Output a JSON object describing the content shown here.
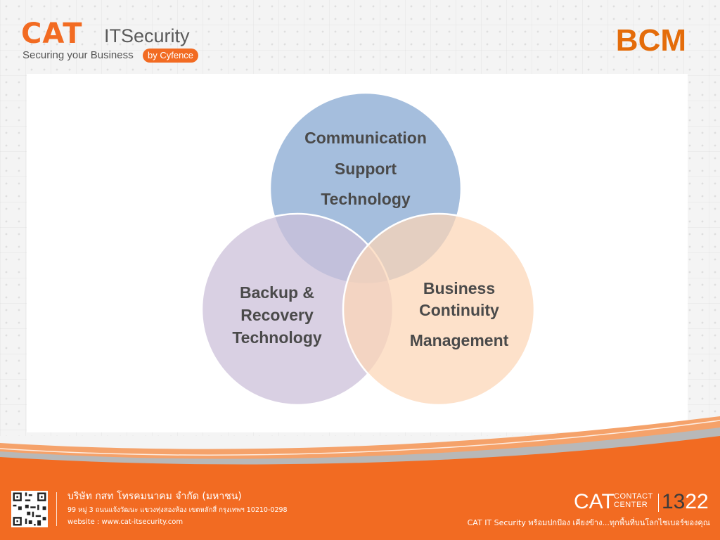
{
  "header": {
    "brand": "CAT",
    "product": "ITSecurity",
    "tagline": "Securing your Business",
    "by": "by Cyfence"
  },
  "slide_title": "BCM",
  "diagram": {
    "circles": [
      {
        "name": "communication-support-technology",
        "lines": [
          "Communication",
          "Support",
          "Technology"
        ],
        "color": "#95b3d7"
      },
      {
        "name": "backup-recovery-technology",
        "lines": [
          "Backup &",
          "Recovery",
          "Technology"
        ],
        "color": "#ccc0da"
      },
      {
        "name": "business-continuity-management",
        "lines": [
          "Business",
          "Continuity",
          "Management"
        ],
        "color": "#fcd5b5"
      }
    ]
  },
  "footer": {
    "company": "บริษัท กสท โทรคมนาคม จำกัด (มหาชน)",
    "address": "99 หมู่ 3 ถนนแจ้งวัฒนะ แขวงทุ่งสองห้อง เขตหลักสี่ กรุงเทพฯ 10210-0298",
    "website": "website : www.cat-itsecurity.com",
    "contact_brand": "CAT",
    "contact_line1": "CONTACT",
    "contact_line2": "CENTER",
    "number_part1": "13",
    "number_part2": "22",
    "slogan": "CAT IT Security พร้อมปกป้อง เคียงข้าง...ทุกพื้นที่บนโลกไซเบอร์ของคุณ"
  },
  "colors": {
    "brand_orange": "#f26b22",
    "title_orange": "#e46c0a",
    "text_gray": "#4a4a4a"
  }
}
